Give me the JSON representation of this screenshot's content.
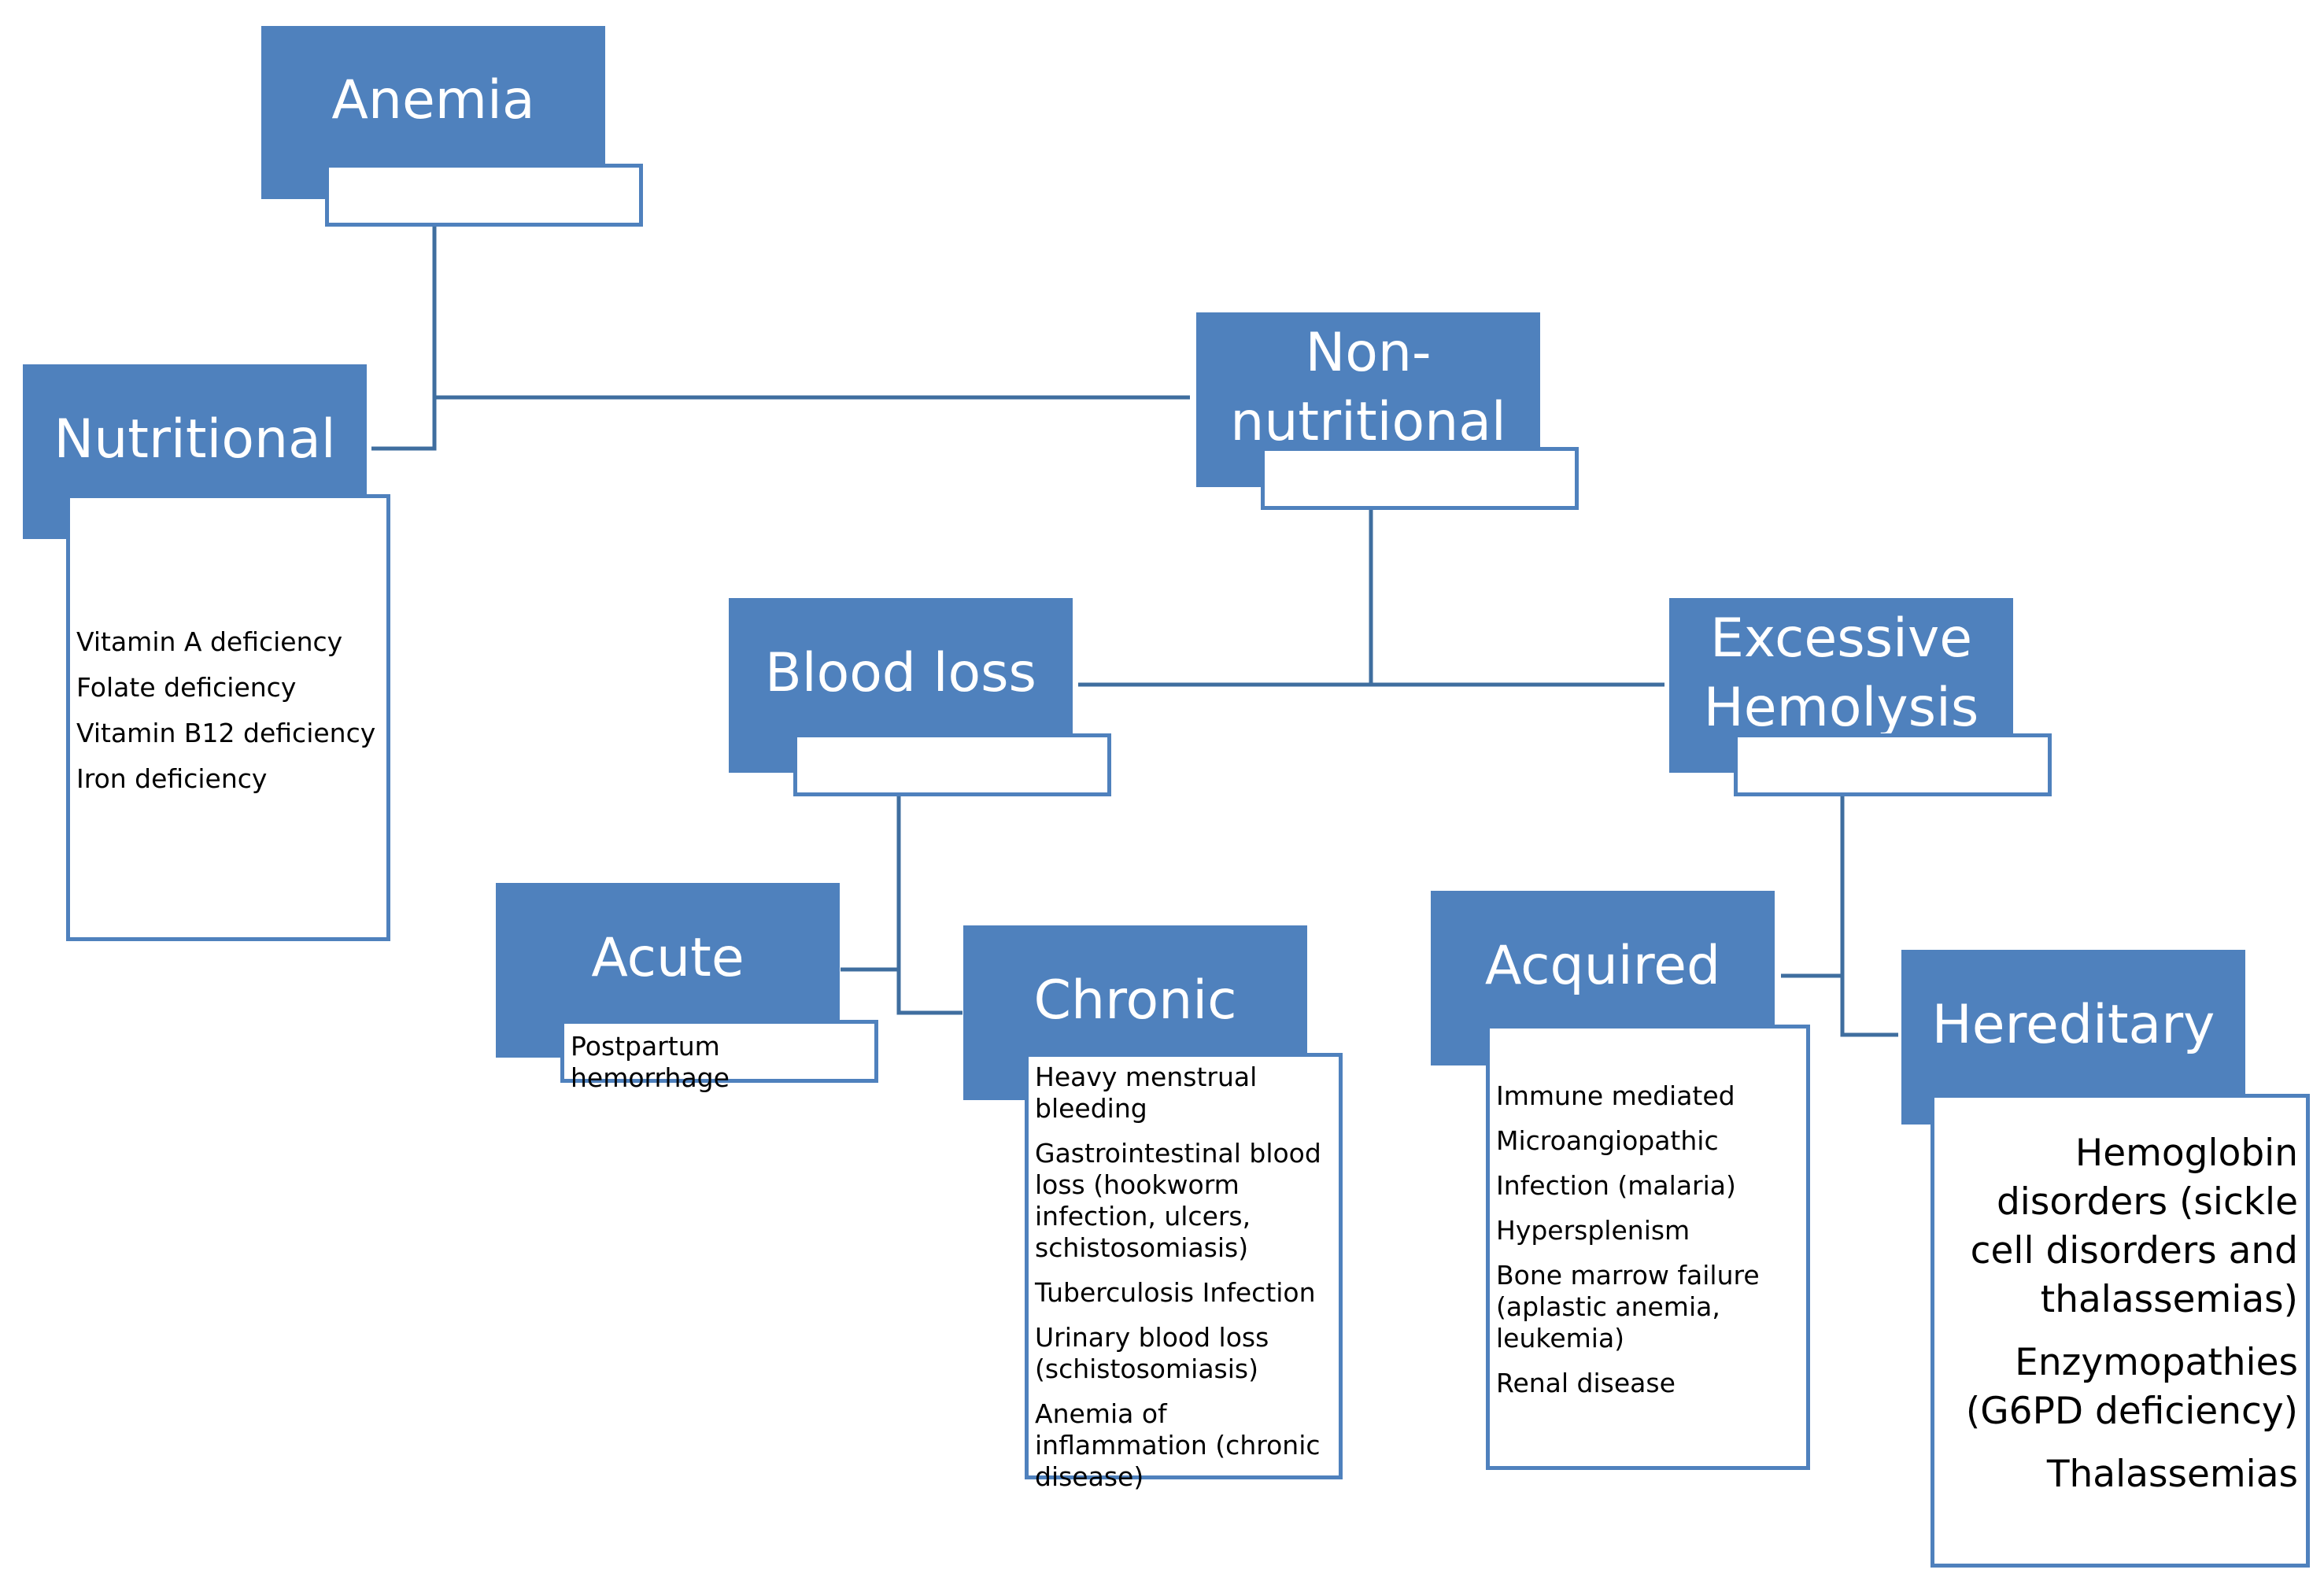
{
  "diagram": {
    "anemia": {
      "title": "Anemia"
    },
    "nutritional": {
      "title": "Nutritional",
      "items": [
        "Vitamin A deficiency",
        "Folate deficiency",
        "Vitamin B12 deficiency",
        "Iron deficiency"
      ]
    },
    "non_nutritional": {
      "title_line1": "Non-",
      "title_line2": "nutritional"
    },
    "blood_loss": {
      "title": "Blood loss"
    },
    "excessive_hemolysis": {
      "title_line1": "Excessive",
      "title_line2": "Hemolysis"
    },
    "acute": {
      "title": "Acute",
      "items": [
        "Postpartum hemorrhage"
      ]
    },
    "chronic": {
      "title": "Chronic",
      "items": [
        "Heavy menstrual bleeding",
        "Gastrointestinal blood loss (hookworm infection, ulcers, schistosomiasis)",
        "Tuberculosis Infection",
        "Urinary blood loss (schistosomiasis)",
        "Anemia of inflammation (chronic disease)"
      ]
    },
    "acquired": {
      "title": "Acquired",
      "items": [
        "Immune mediated",
        "Microangiopathic",
        "Infection (malaria)",
        "Hypersplenism",
        "Bone marrow failure (aplastic anemia, leukemia)",
        "Renal disease"
      ]
    },
    "hereditary": {
      "title": "Hereditary",
      "items": [
        "Hemoglobin disorders (sickle cell disorders and thalassemias)",
        "Enzymopathies (G6PD deficiency)",
        "Thalassemias"
      ]
    }
  }
}
